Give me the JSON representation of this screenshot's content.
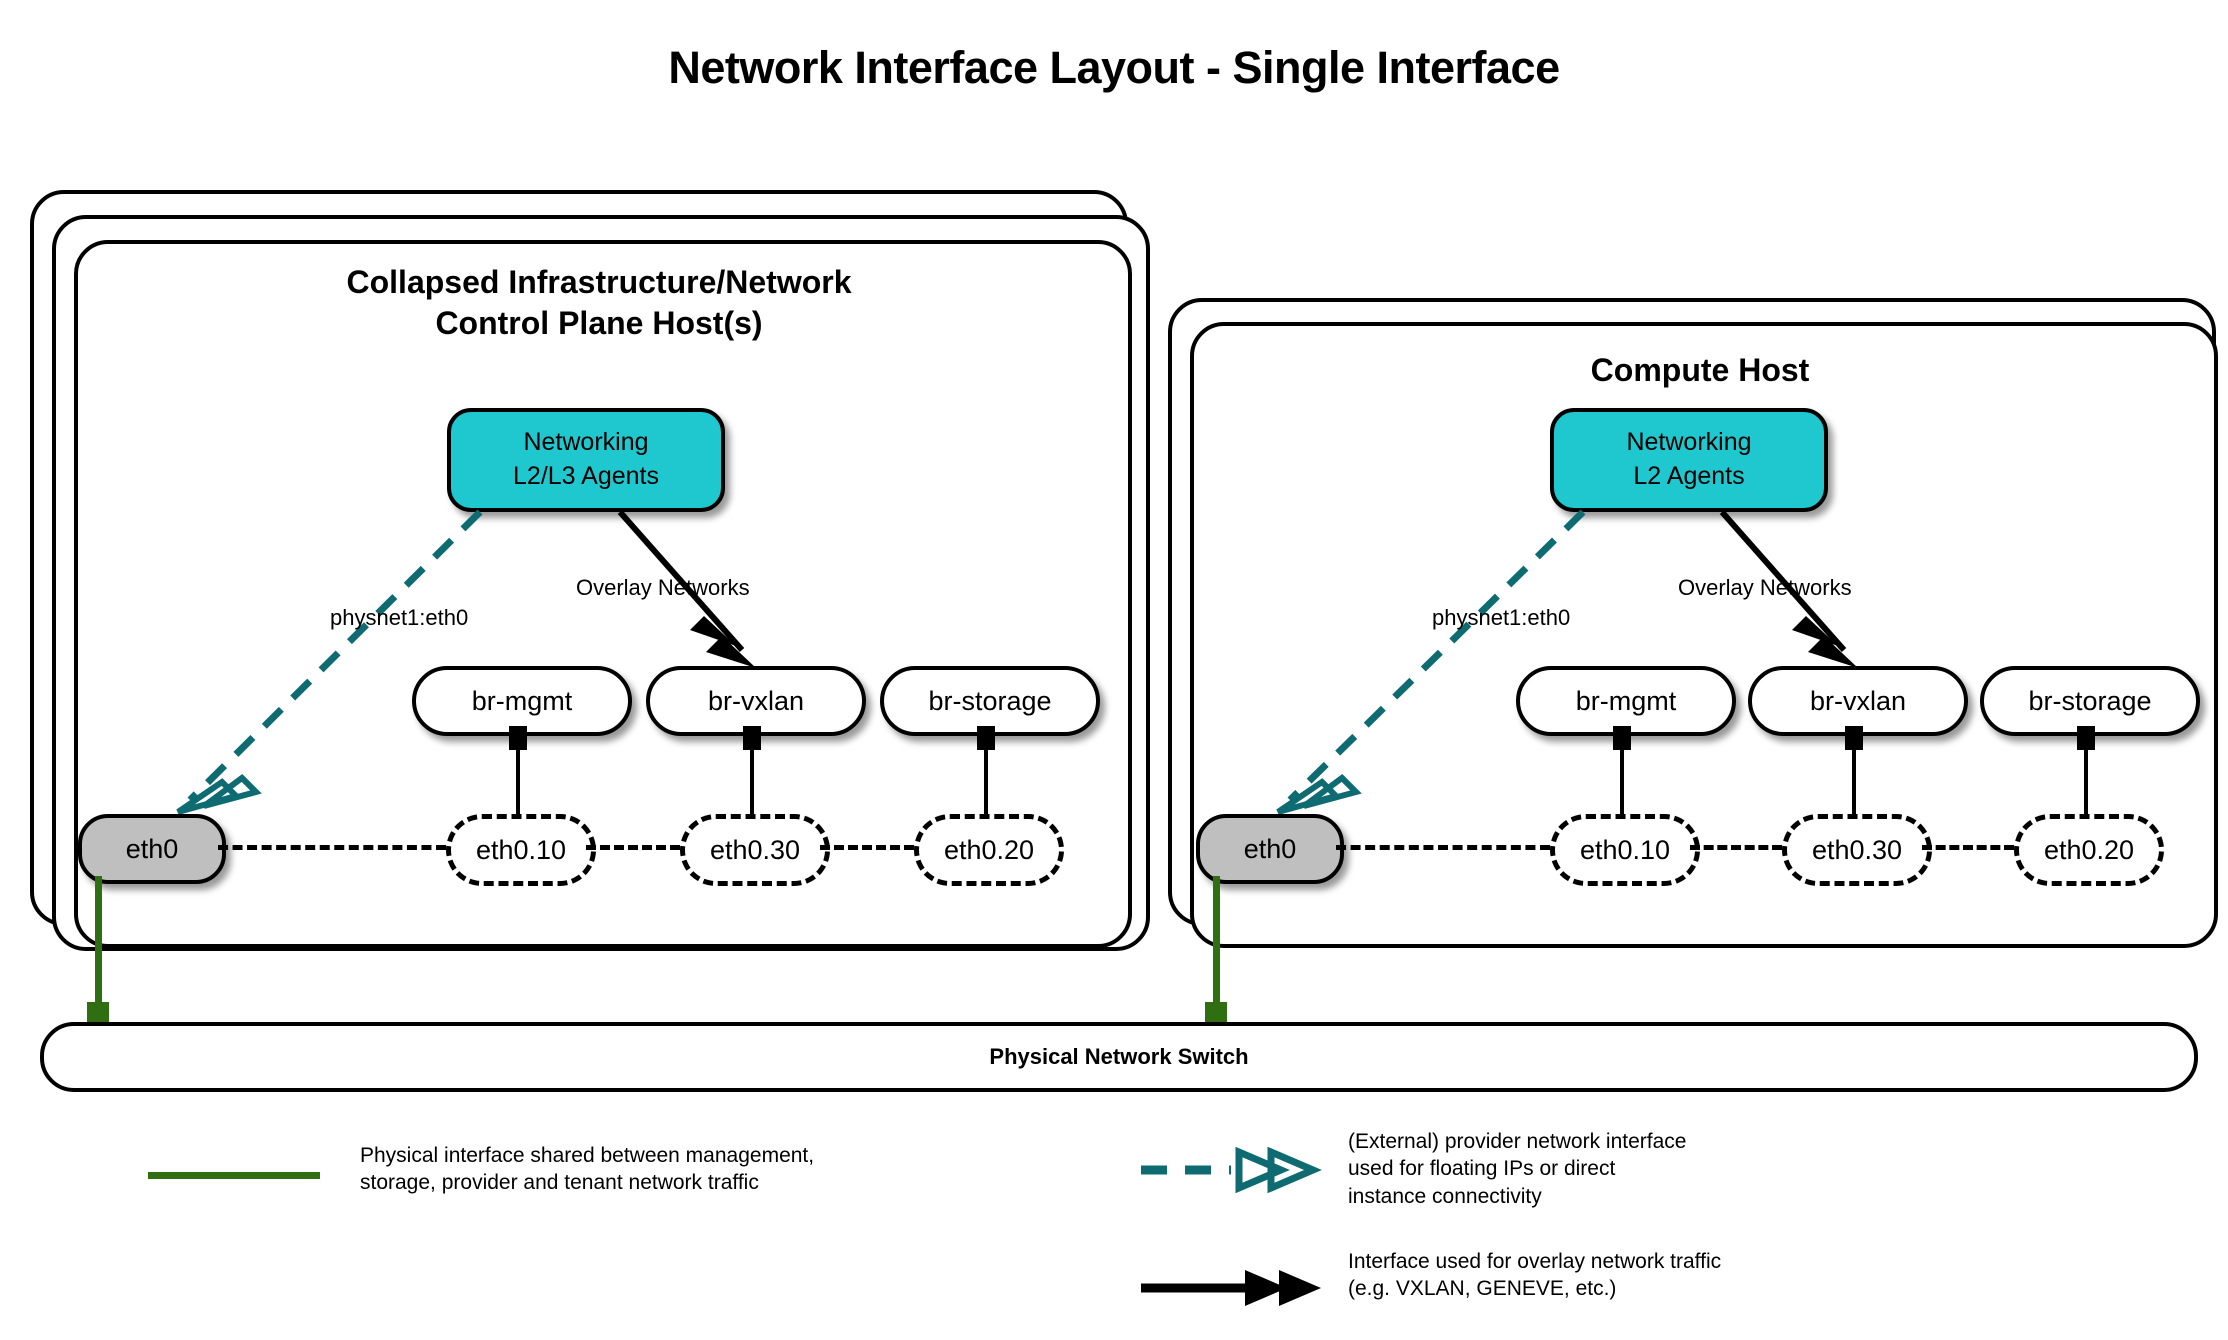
{
  "title": "Network Interface Layout - Single Interface",
  "colors": {
    "agent_fill": "#1ec8ce",
    "nic_fill": "#bfbfbf",
    "physical_green": "#2f6f11",
    "provider_teal": "#0e6b72",
    "outline": "#000000"
  },
  "hosts": [
    {
      "id": "control-plane",
      "title": "Collapsed Infrastructure/Network\nControl Plane Host(s)",
      "title_line1": "Collapsed Infrastructure/Network",
      "title_line2": "Control Plane Host(s)",
      "stack_layers": 3,
      "agent": {
        "line1": "Networking",
        "line2": "L2/L3 Agents"
      },
      "provider_label": "physnet1:eth0",
      "overlay_label": "Overlay Networks",
      "nic": "eth0",
      "bridges": [
        {
          "bridge": "br-mgmt",
          "vlan": "eth0.10"
        },
        {
          "bridge": "br-vxlan",
          "vlan": "eth0.30"
        },
        {
          "bridge": "br-storage",
          "vlan": "eth0.20"
        }
      ]
    },
    {
      "id": "compute",
      "title": "Compute Host",
      "title_line1": "Compute Host",
      "title_line2": "",
      "stack_layers": 2,
      "agent": {
        "line1": "Networking",
        "line2": "L2 Agents"
      },
      "provider_label": "physnet1:eth0",
      "overlay_label": "Overlay Networks",
      "nic": "eth0",
      "bridges": [
        {
          "bridge": "br-mgmt",
          "vlan": "eth0.10"
        },
        {
          "bridge": "br-vxlan",
          "vlan": "eth0.30"
        },
        {
          "bridge": "br-storage",
          "vlan": "eth0.20"
        }
      ]
    }
  ],
  "switch": {
    "label": "Physical Network Switch"
  },
  "legend": [
    {
      "id": "physical-interface",
      "marker": "solid-green-line",
      "text": "Physical interface shared between management,\nstorage, provider and tenant network traffic"
    },
    {
      "id": "provider-interface",
      "marker": "teal-dashed-double-arrow",
      "text": "(External) provider network interface\nused for floating IPs or direct\ninstance connectivity"
    },
    {
      "id": "overlay-interface",
      "marker": "black-solid-double-arrow",
      "text": "Interface used for overlay network traffic\n(e.g. VXLAN, GENEVE, etc.)"
    }
  ]
}
